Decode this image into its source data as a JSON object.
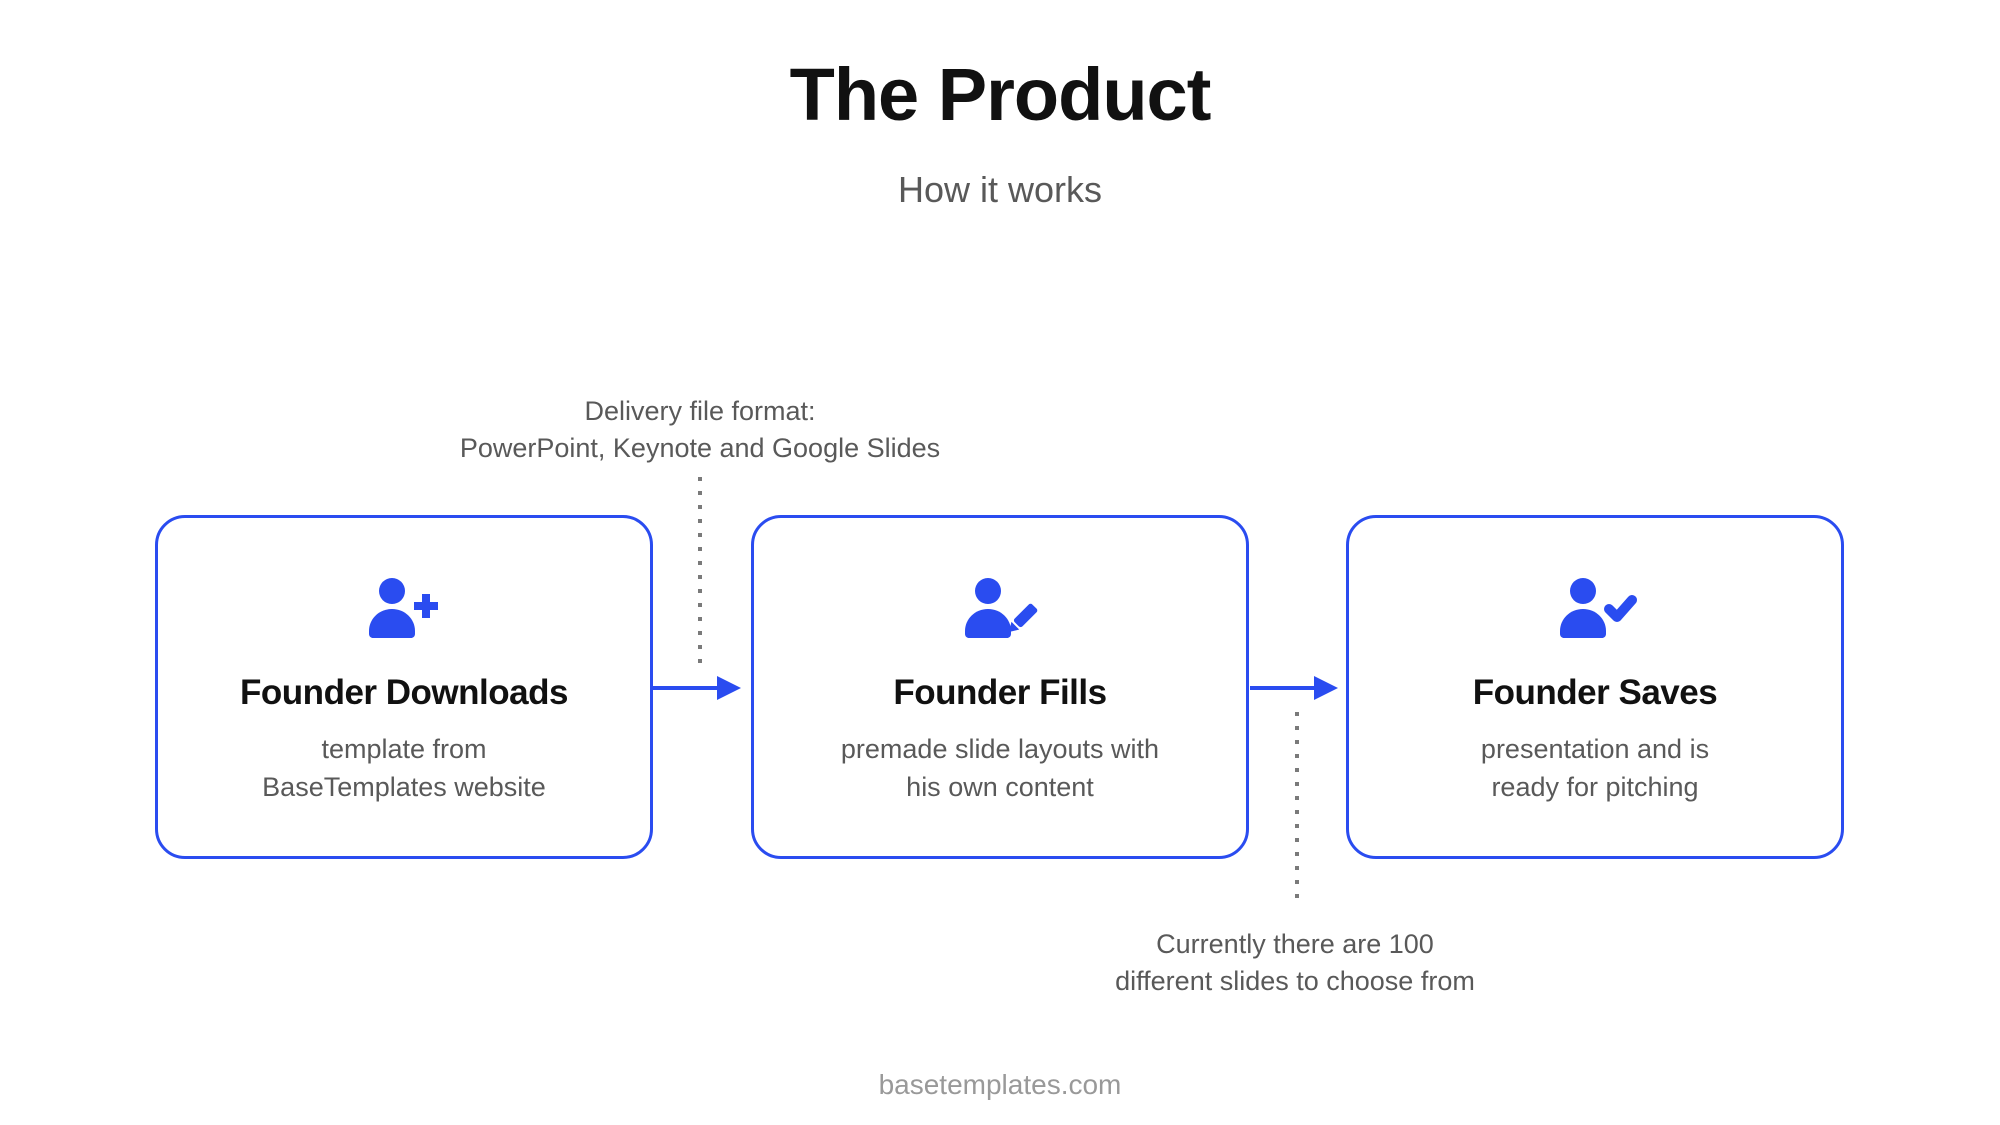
{
  "slide": {
    "title": "The Product",
    "subtitle": "How it works",
    "footer": "basetemplates.com"
  },
  "annotations": {
    "top": {
      "line1": "Delivery file format:",
      "line2": "PowerPoint, Keynote and Google Slides"
    },
    "bottom": {
      "line1": "Currently there are 100",
      "line2": "different slides to choose from"
    }
  },
  "steps": [
    {
      "icon": "user-plus-icon",
      "title": "Founder Downloads",
      "desc1": "template from",
      "desc2": "BaseTemplates website"
    },
    {
      "icon": "user-pen-icon",
      "title": "Founder Fills",
      "desc1": "premade slide layouts with",
      "desc2": "his own content"
    },
    {
      "icon": "user-check-icon",
      "title": "Founder Saves",
      "desc1": "presentation and is",
      "desc2": "ready for pitching"
    }
  ],
  "colors": {
    "accent": "#2A4CF0",
    "title_text": "#111111",
    "body_text": "#595959",
    "footer_text": "#999999",
    "dotted_line": "#7A7A7A"
  }
}
